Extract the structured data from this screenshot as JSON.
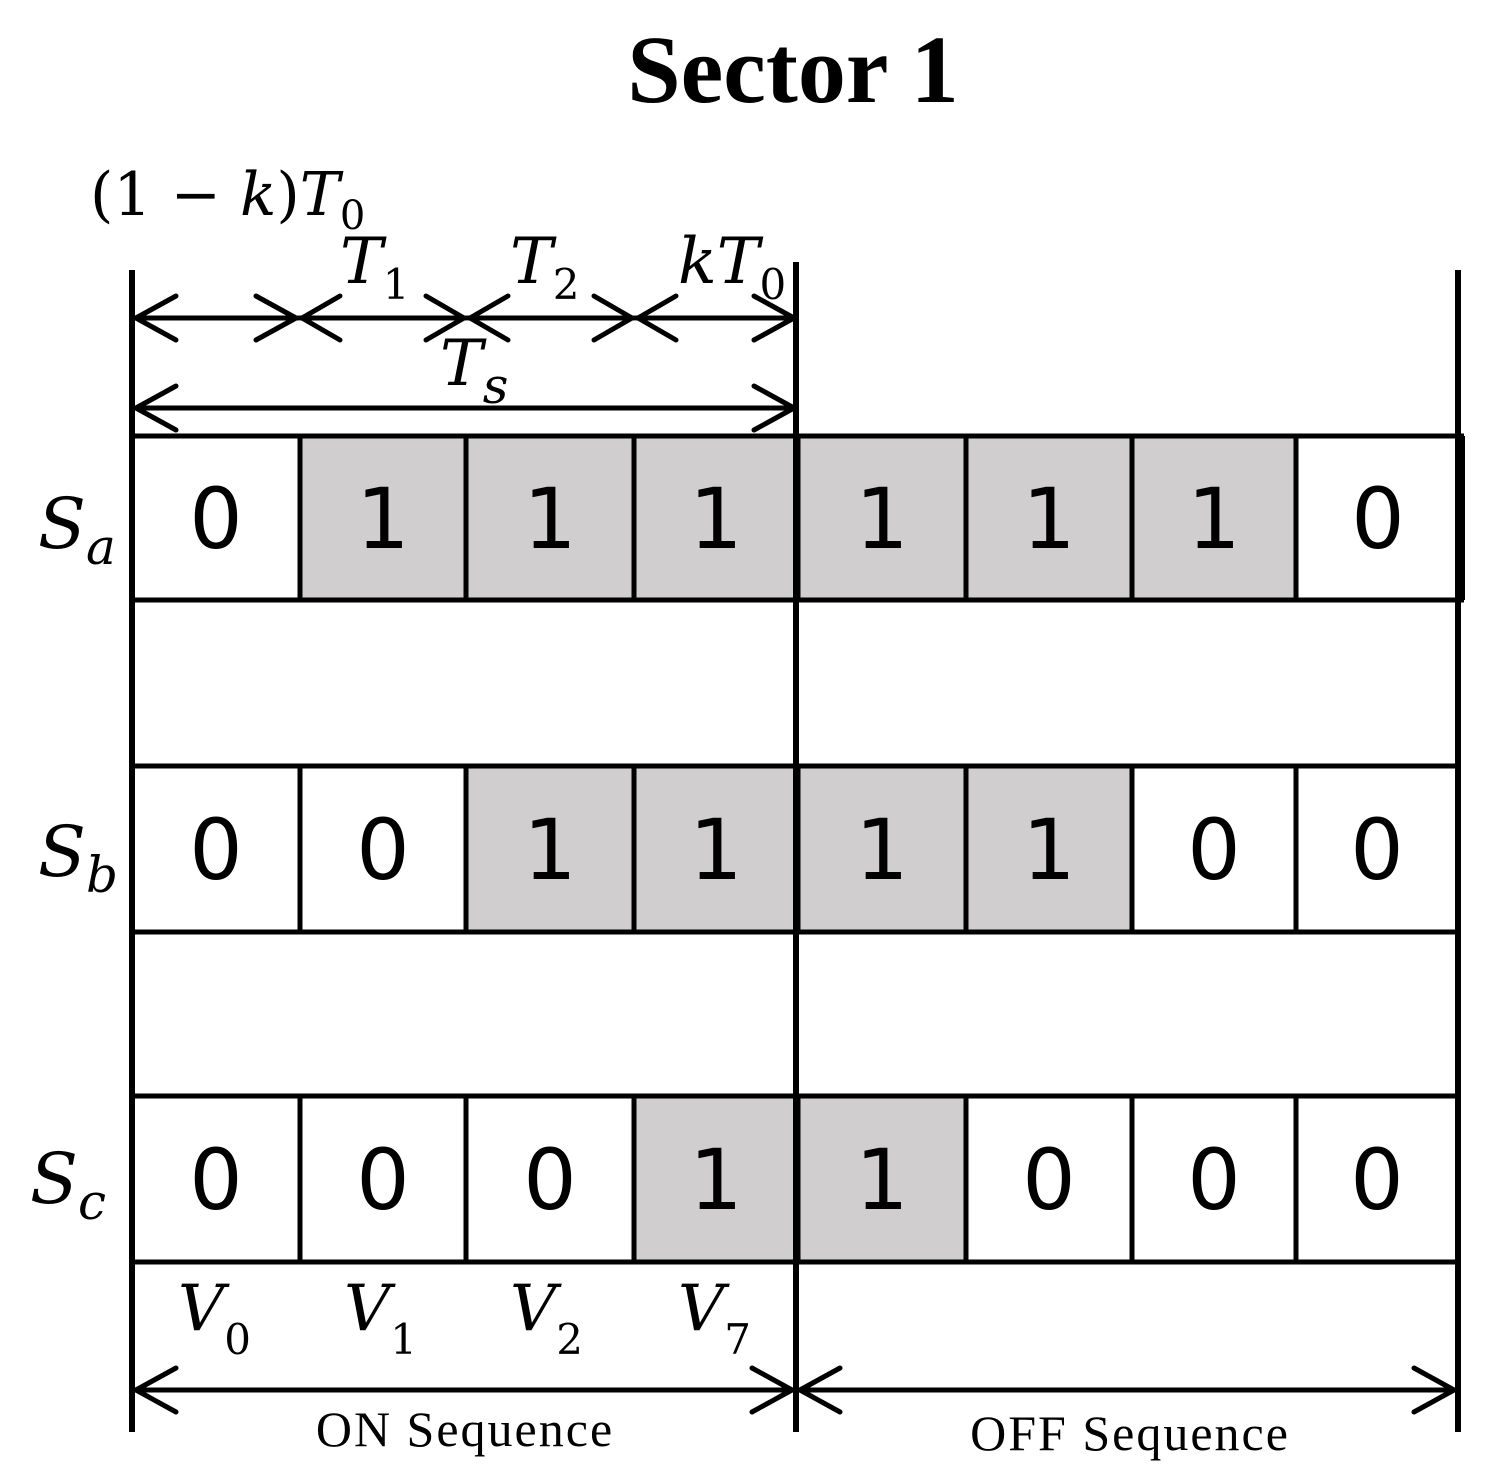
{
  "title": "Sector 1",
  "colors": {
    "line": "#000000",
    "on_fill": "#d0cece",
    "off_fill": "#ffffff"
  },
  "timing": {
    "zero_segment": {
      "prefix": "(1 − ",
      "var": "k",
      "suffix": ")",
      "symbol": "T",
      "sub": "0"
    },
    "t1": {
      "symbol": "T",
      "sub": "1"
    },
    "t2": {
      "symbol": "T",
      "sub": "2"
    },
    "k_segment": {
      "prefix": "k",
      "symbol": "T",
      "sub": "0"
    },
    "ts": {
      "symbol": "T",
      "sub": "s"
    }
  },
  "rows": [
    {
      "symbol": "S",
      "sub": "a",
      "bits": [
        "0",
        "1",
        "1",
        "1",
        "1",
        "1",
        "1",
        "0"
      ]
    },
    {
      "symbol": "S",
      "sub": "b",
      "bits": [
        "0",
        "0",
        "1",
        "1",
        "1",
        "1",
        "0",
        "0"
      ]
    },
    {
      "symbol": "S",
      "sub": "c",
      "bits": [
        "0",
        "0",
        "0",
        "1",
        "1",
        "0",
        "0",
        "0"
      ]
    }
  ],
  "vectors": [
    {
      "symbol": "V",
      "sub": "0"
    },
    {
      "symbol": "V",
      "sub": "1"
    },
    {
      "symbol": "V",
      "sub": "2"
    },
    {
      "symbol": "V",
      "sub": "7"
    }
  ],
  "sequences": {
    "on": "ON Sequence",
    "off": "OFF Sequence"
  }
}
